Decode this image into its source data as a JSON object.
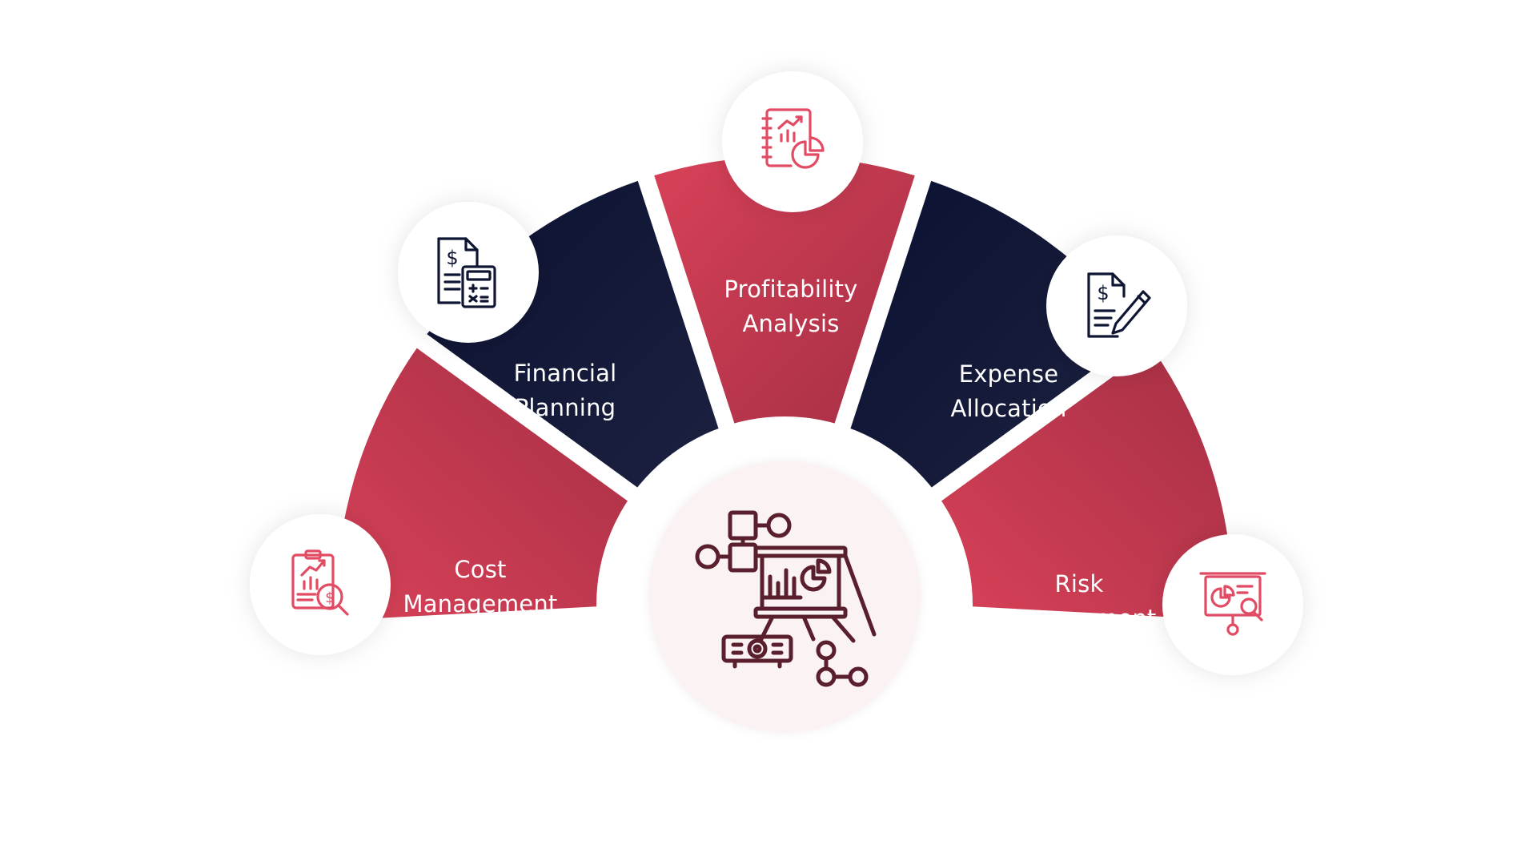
{
  "colors": {
    "red_light": "#d84158",
    "red_dark": "#a52f44",
    "navy": "#0f1633",
    "navy_light": "#1a2140",
    "icon_red": "#e14b63",
    "icon_navy": "#0f1633",
    "center_icon": "#5a1f2c",
    "center_bg": "#fbf2f3",
    "white": "#ffffff"
  },
  "center": {
    "icon": "presentation-analytics-icon"
  },
  "segments": [
    {
      "id": "cost",
      "title_line1": "Cost",
      "title_line2": "Management",
      "fill": "red",
      "icon": "clipboard-chart-dollar-search-icon",
      "icon_color": "red"
    },
    {
      "id": "financial",
      "title_line1": "Financial",
      "title_line2": "Planning",
      "fill": "navy",
      "icon": "dollar-document-calculator-icon",
      "icon_color": "navy"
    },
    {
      "id": "profitability",
      "title_line1": "Profitability",
      "title_line2": "Analysis",
      "fill": "red",
      "icon": "report-chart-pie-icon",
      "icon_color": "red"
    },
    {
      "id": "expense",
      "title_line1": "Expense",
      "title_line2": "Allocation",
      "fill": "navy",
      "icon": "dollar-document-pen-icon",
      "icon_color": "navy"
    },
    {
      "id": "risk",
      "title_line1": "Risk",
      "title_line2": "Management",
      "fill": "red",
      "icon": "presentation-board-search-icon",
      "icon_color": "red"
    }
  ]
}
